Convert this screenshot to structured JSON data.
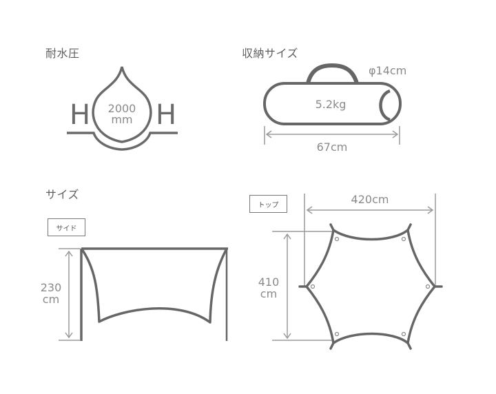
{
  "colors": {
    "stroke_dark": "#666666",
    "stroke_dim": "#9a9a9a",
    "text": "#8a8a8a"
  },
  "water_resistance": {
    "title": "耐水圧",
    "value": "2000",
    "unit": "mm",
    "left_letter": "H",
    "right_letter": "H"
  },
  "storage": {
    "title": "収納サイズ",
    "weight": "5.2kg",
    "diameter": "φ14cm",
    "length": "67cm"
  },
  "size": {
    "title": "サイズ",
    "side": {
      "label": "サイド",
      "height_value": "230",
      "height_unit": "cm"
    },
    "top": {
      "label": "トップ",
      "width": "420cm",
      "depth_value": "410",
      "depth_unit": "cm"
    }
  }
}
